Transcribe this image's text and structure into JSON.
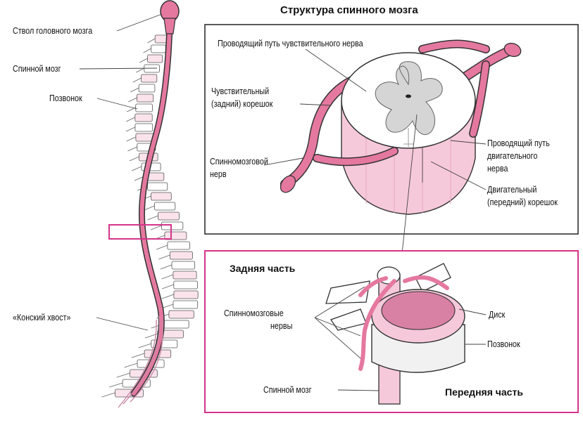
{
  "title": "Структура спинного мозга",
  "spine_labels": {
    "brainstem": "Ствол головного мозга",
    "spinal_cord": "Спинной мозг",
    "vertebra": "Позвонок",
    "cauda_equina": "«Конский хвост»"
  },
  "section_labels": {
    "sensory_tract": "Проводящий путь чувствительного нерва",
    "sensory_root_1": "Чувствительный",
    "sensory_root_2": "(задний) корешок",
    "spinal_nerve_1": "Спинномозговой",
    "spinal_nerve_2": "нерв",
    "motor_tract_1": "Проводящий путь",
    "motor_tract_2": "двигательного",
    "motor_tract_3": "нерва",
    "motor_root_1": "Двигательный",
    "motor_root_2": "(передний) корешок"
  },
  "vertebra_labels": {
    "posterior": "Задняя часть",
    "anterior": "Передняя часть",
    "spinal_nerves_1": "Спинномозговые",
    "spinal_nerves_2": "нервы",
    "disc": "Диск",
    "vertebra": "Позвонок",
    "spinal_cord": "Спинной мозг"
  },
  "colors": {
    "pink": "#e5789f",
    "pink_light": "#f6c9da",
    "pink_pale": "#fbe3ec",
    "magenta": "#d4348a",
    "gray_matter": "#d5d5d5",
    "outline": "#222222"
  }
}
